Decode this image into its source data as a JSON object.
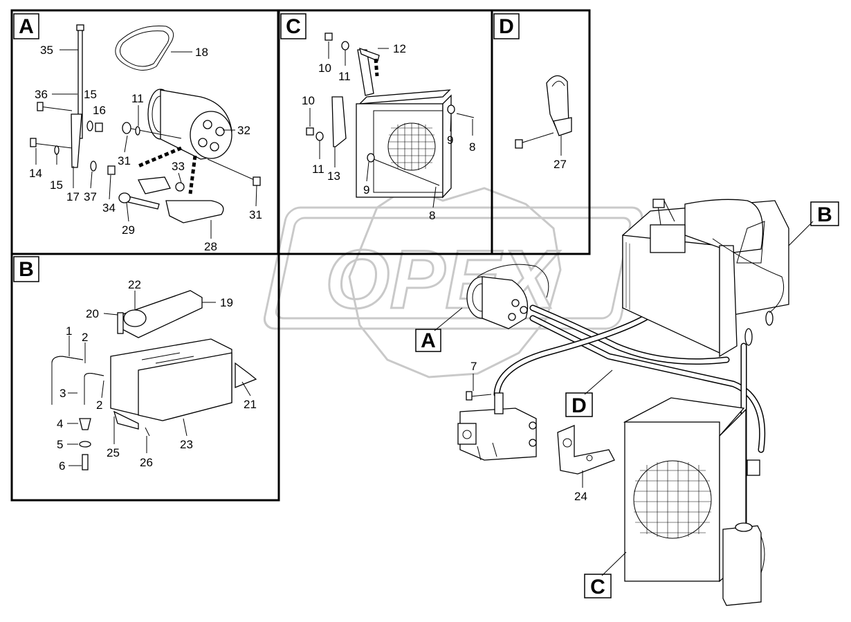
{
  "watermark": {
    "text": "OPEX"
  },
  "insets": [
    {
      "letter": "A"
    },
    {
      "letter": "B"
    },
    {
      "letter": "C"
    },
    {
      "letter": "D"
    }
  ],
  "main_tags": [
    {
      "letter": "A"
    },
    {
      "letter": "B"
    },
    {
      "letter": "C"
    },
    {
      "letter": "D"
    }
  ],
  "callouts": [
    {
      "n": "35"
    },
    {
      "n": "18"
    },
    {
      "n": "36"
    },
    {
      "n": "15"
    },
    {
      "n": "16"
    },
    {
      "n": "11"
    },
    {
      "n": "32"
    },
    {
      "n": "14"
    },
    {
      "n": "15"
    },
    {
      "n": "17"
    },
    {
      "n": "37"
    },
    {
      "n": "31"
    },
    {
      "n": "33"
    },
    {
      "n": "34"
    },
    {
      "n": "29"
    },
    {
      "n": "31"
    },
    {
      "n": "28"
    },
    {
      "n": "10"
    },
    {
      "n": "11"
    },
    {
      "n": "12"
    },
    {
      "n": "10"
    },
    {
      "n": "11"
    },
    {
      "n": "13"
    },
    {
      "n": "9"
    },
    {
      "n": "8"
    },
    {
      "n": "9"
    },
    {
      "n": "8"
    },
    {
      "n": "27"
    },
    {
      "n": "22"
    },
    {
      "n": "19"
    },
    {
      "n": "20"
    },
    {
      "n": "1"
    },
    {
      "n": "2"
    },
    {
      "n": "3"
    },
    {
      "n": "2"
    },
    {
      "n": "21"
    },
    {
      "n": "4"
    },
    {
      "n": "5"
    },
    {
      "n": "23"
    },
    {
      "n": "25"
    },
    {
      "n": "26"
    },
    {
      "n": "6"
    },
    {
      "n": "7"
    },
    {
      "n": "24"
    }
  ]
}
